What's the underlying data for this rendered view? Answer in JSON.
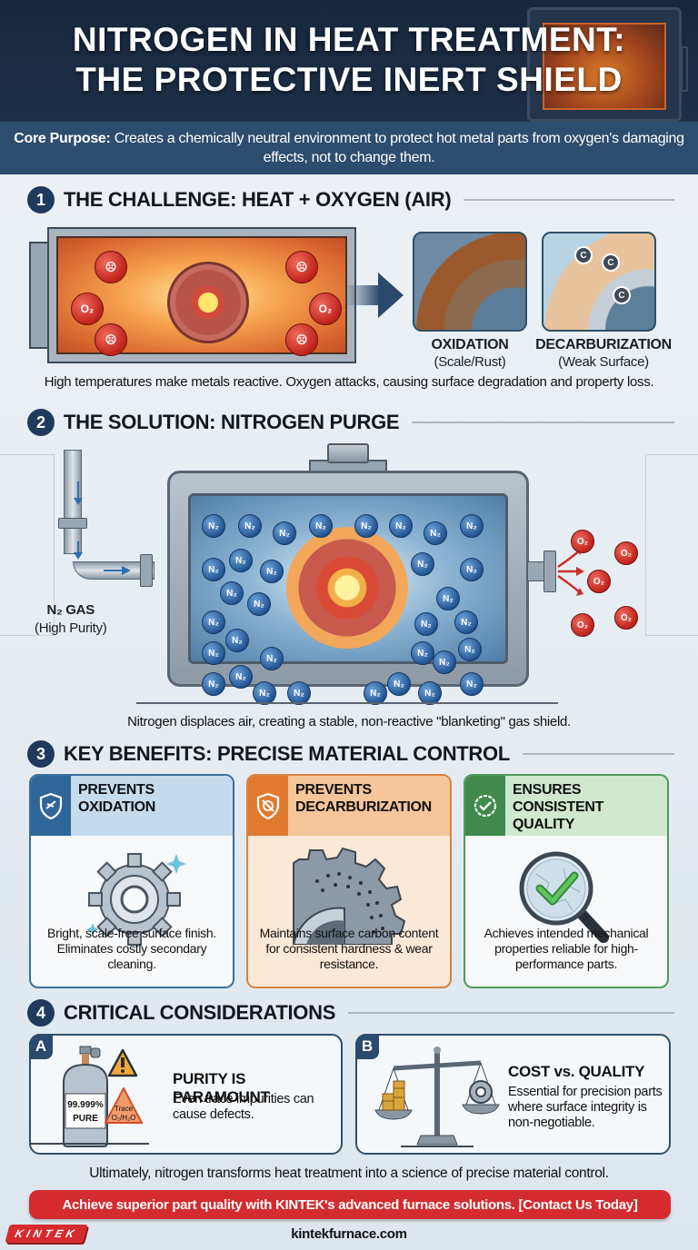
{
  "header": {
    "title_line1": "NITROGEN IN HEAT TREATMENT:",
    "title_line2": "THE PROTECTIVE INERT SHIELD",
    "core_purpose_label": "Core Purpose:",
    "core_purpose_text": "Creates a chemically neutral environment to protect hot metal parts from oxygen's damaging effects, not to change them."
  },
  "sections": [
    {
      "number": "1",
      "title": "THE CHALLENGE: HEAT + OXYGEN (AIR)",
      "molecule_label": "O₂",
      "effects": [
        {
          "title": "OXIDATION",
          "subtitle": "(Scale/Rust)"
        },
        {
          "title": "DECARBURIZATION",
          "subtitle": "(Weak Surface)",
          "carbon_label": "C"
        }
      ],
      "caption": "High temperatures make metals reactive. Oxygen attacks, causing surface degradation and property loss."
    },
    {
      "number": "2",
      "title": "THE SOLUTION: NITROGEN PURGE",
      "gas_label": "N₂ GAS",
      "gas_sublabel": "(High Purity)",
      "n2_label": "N₂",
      "o2_label": "O₂",
      "caption": "Nitrogen displaces air, creating a stable, non-reactive \"blanketing\" gas shield."
    },
    {
      "number": "3",
      "title": "KEY BENEFITS: PRECISE MATERIAL CONTROL",
      "cards": [
        {
          "title_line1": "PREVENTS",
          "title_line2": "OXIDATION",
          "icon": "shield-icon",
          "color": "#2f6699",
          "description": "Bright, scale-free surface finish. Eliminates costly secondary cleaning."
        },
        {
          "title_line1": "PREVENTS",
          "title_line2": "DECARBURIZATION",
          "icon": "shield-no-carbon-icon",
          "color": "#e07a30",
          "description": "Maintains surface carbon content for consistent hardness & wear resistance."
        },
        {
          "title_line1": "ENSURES CONSISTENT",
          "title_line2": "QUALITY",
          "icon": "check-badge-icon",
          "color": "#3f8a4c",
          "description": "Achieves intended mechanical properties reliable for high-performance parts."
        }
      ]
    },
    {
      "number": "4",
      "title": "CRITICAL CONSIDERATIONS",
      "items": [
        {
          "tag": "A",
          "title": "PURITY IS PARAMOUNT",
          "description": "Even trace impurities can cause defects.",
          "cylinder_label_1": "99.999%",
          "cylinder_label_2": "PURE",
          "warning_label_1": "Trace",
          "warning_label_2": "O₂/H₂O"
        },
        {
          "tag": "B",
          "title": "COST vs. QUALITY",
          "description": "Essential for precision parts where surface integrity is non-negotiable."
        }
      ]
    }
  ],
  "footer": {
    "conclusion": "Ultimately, nitrogen transforms heat treatment into a science of precise material control.",
    "cta": "Achieve superior part quality with KINTEK's advanced furnace solutions. [Contact Us Today]",
    "logo": "KINTEK",
    "website": "kintekfurnace.com"
  },
  "colors": {
    "header_bg": "#17263c",
    "purpose_bg": "#2c4d6e",
    "section_badge": "#1f3a5c",
    "cta_red": "#d52b2f",
    "benefit_blue": "#2f6699",
    "benefit_orange": "#e07a30",
    "benefit_green": "#3f8a4c"
  }
}
